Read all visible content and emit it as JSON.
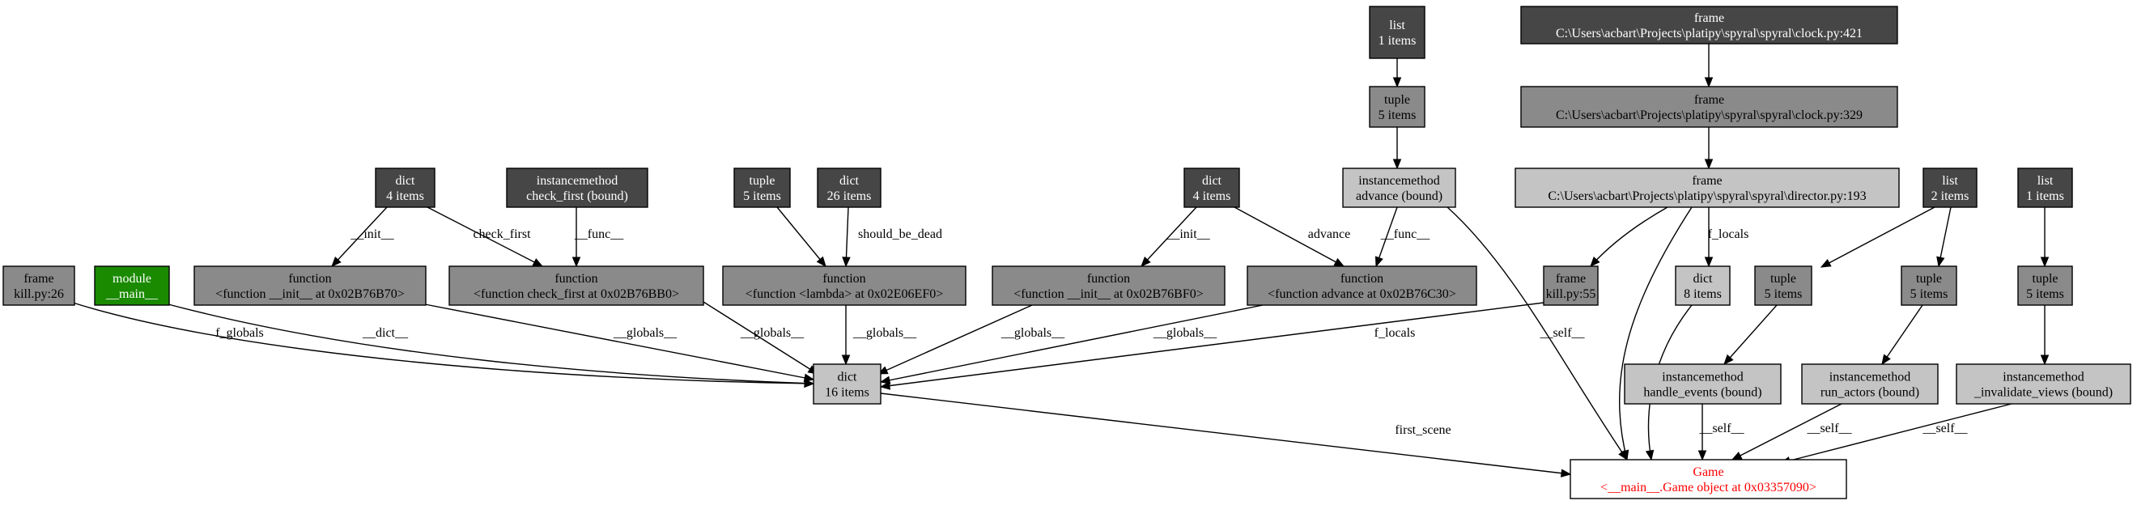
{
  "colors": {
    "dark": "#464646",
    "mid": "#8a8a8a",
    "light": "#c4c4c4",
    "module": "#1a8a00",
    "white": "#ffffff",
    "target_text": "#ff0000"
  },
  "nodes": [
    {
      "id": "list1",
      "lines": [
        "list",
        "1 items"
      ],
      "fill": "dark"
    },
    {
      "id": "frame_clock421",
      "lines": [
        "frame",
        "C:\\Users\\acbart\\Projects\\platipy\\spyral\\spyral\\clock.py:421"
      ],
      "fill": "dark"
    },
    {
      "id": "tuple_adv",
      "lines": [
        "tuple",
        "5 items"
      ],
      "fill": "mid"
    },
    {
      "id": "frame_clock329",
      "lines": [
        "frame",
        "C:\\Users\\acbart\\Projects\\platipy\\spyral\\spyral\\clock.py:329"
      ],
      "fill": "mid"
    },
    {
      "id": "dict4a",
      "lines": [
        "dict",
        "4 items"
      ],
      "fill": "dark"
    },
    {
      "id": "im_check",
      "lines": [
        "instancemethod",
        "check_first (bound)"
      ],
      "fill": "dark"
    },
    {
      "id": "tuple5a",
      "lines": [
        "tuple",
        "5 items"
      ],
      "fill": "dark"
    },
    {
      "id": "dict26",
      "lines": [
        "dict",
        "26 items"
      ],
      "fill": "dark"
    },
    {
      "id": "dict4b",
      "lines": [
        "dict",
        "4 items"
      ],
      "fill": "dark"
    },
    {
      "id": "im_adv",
      "lines": [
        "instancemethod",
        "advance (bound)"
      ],
      "fill": "light"
    },
    {
      "id": "frame_dir",
      "lines": [
        "frame",
        "C:\\Users\\acbart\\Projects\\platipy\\spyral\\spyral\\director.py:193"
      ],
      "fill": "light"
    },
    {
      "id": "list2",
      "lines": [
        "list",
        "2 items"
      ],
      "fill": "dark"
    },
    {
      "id": "list1b",
      "lines": [
        "list",
        "1 items"
      ],
      "fill": "dark"
    },
    {
      "id": "frame_kill26",
      "lines": [
        "frame",
        "kill.py:26"
      ],
      "fill": "mid"
    },
    {
      "id": "module_main",
      "lines": [
        "module",
        "__main__"
      ],
      "fill": "module"
    },
    {
      "id": "fn_init1",
      "lines": [
        "function",
        "<function __init__ at 0x02B76B70>"
      ],
      "fill": "mid"
    },
    {
      "id": "fn_check",
      "lines": [
        "function",
        "<function check_first at 0x02B76BB0>"
      ],
      "fill": "mid"
    },
    {
      "id": "fn_lambda",
      "lines": [
        "function",
        "<function <lambda> at 0x02E06EF0>"
      ],
      "fill": "mid"
    },
    {
      "id": "fn_init2",
      "lines": [
        "function",
        "<function __init__ at 0x02B76BF0>"
      ],
      "fill": "mid"
    },
    {
      "id": "fn_adv",
      "lines": [
        "function",
        "<function advance at 0x02B76C30>"
      ],
      "fill": "mid"
    },
    {
      "id": "frame_kill55",
      "lines": [
        "frame",
        "kill.py:55"
      ],
      "fill": "mid"
    },
    {
      "id": "dict8",
      "lines": [
        "dict",
        "8 items"
      ],
      "fill": "light"
    },
    {
      "id": "tuple_he",
      "lines": [
        "tuple",
        "5 items"
      ],
      "fill": "mid"
    },
    {
      "id": "tuple_ra",
      "lines": [
        "tuple",
        "5 items"
      ],
      "fill": "mid"
    },
    {
      "id": "tuple_iv",
      "lines": [
        "tuple",
        "5 items"
      ],
      "fill": "mid"
    },
    {
      "id": "dict16",
      "lines": [
        "dict",
        "16 items"
      ],
      "fill": "light"
    },
    {
      "id": "im_he",
      "lines": [
        "instancemethod",
        "handle_events (bound)"
      ],
      "fill": "light"
    },
    {
      "id": "im_ra",
      "lines": [
        "instancemethod",
        "run_actors (bound)"
      ],
      "fill": "light"
    },
    {
      "id": "im_iv",
      "lines": [
        "instancemethod",
        "_invalidate_views (bound)"
      ],
      "fill": "light"
    },
    {
      "id": "game",
      "lines": [
        "Game",
        "<__main__.Game object at 0x03357090>"
      ],
      "fill": "white",
      "text": "target_text"
    }
  ],
  "edges": [
    {
      "id": "e_list1_tuple",
      "label": ""
    },
    {
      "id": "e_clock421_329",
      "label": ""
    },
    {
      "id": "e_tuple_imadv",
      "label": ""
    },
    {
      "id": "e_clock329_dir",
      "label": ""
    },
    {
      "id": "e_dict4a_init1",
      "label": "__init__"
    },
    {
      "id": "e_dict4a_check",
      "label": "check_first"
    },
    {
      "id": "e_imcheck_check",
      "label": "__func__"
    },
    {
      "id": "e_tuple5a_lambda",
      "label": ""
    },
    {
      "id": "e_dict26_lambda",
      "label": "should_be_dead"
    },
    {
      "id": "e_dict4b_init2",
      "label": "__init__"
    },
    {
      "id": "e_dict4b_adv",
      "label": "advance"
    },
    {
      "id": "e_imadv_adv",
      "label": "__func__"
    },
    {
      "id": "e_imadv_game",
      "label": "__self__"
    },
    {
      "id": "e_dir_kill55",
      "label": ""
    },
    {
      "id": "e_dir_dict8",
      "label": "f_locals"
    },
    {
      "id": "e_dir_game",
      "label": ""
    },
    {
      "id": "e_list2_the",
      "label": ""
    },
    {
      "id": "e_list2_tra",
      "label": ""
    },
    {
      "id": "e_list1b_tiv",
      "label": ""
    },
    {
      "id": "e_kill26_dict16",
      "label": "f_globals"
    },
    {
      "id": "e_main_dict16",
      "label": "__dict__"
    },
    {
      "id": "e_init1_dict16",
      "label": "__globals__"
    },
    {
      "id": "e_check_dict16",
      "label": "__globals__"
    },
    {
      "id": "e_lambda_dict16",
      "label": "__globals__"
    },
    {
      "id": "e_init2_dict16",
      "label": "__globals__"
    },
    {
      "id": "e_adv_dict16",
      "label": "__globals__"
    },
    {
      "id": "e_kill55_dict16",
      "label": "f_locals"
    },
    {
      "id": "e_dict8_game",
      "label": ""
    },
    {
      "id": "e_the_imhe",
      "label": ""
    },
    {
      "id": "e_tra_imra",
      "label": ""
    },
    {
      "id": "e_tiv_imiv",
      "label": ""
    },
    {
      "id": "e_dict16_game",
      "label": "first_scene"
    },
    {
      "id": "e_imhe_game",
      "label": "__self__"
    },
    {
      "id": "e_imra_game",
      "label": "__self__"
    },
    {
      "id": "e_imiv_game",
      "label": "__self__"
    }
  ]
}
